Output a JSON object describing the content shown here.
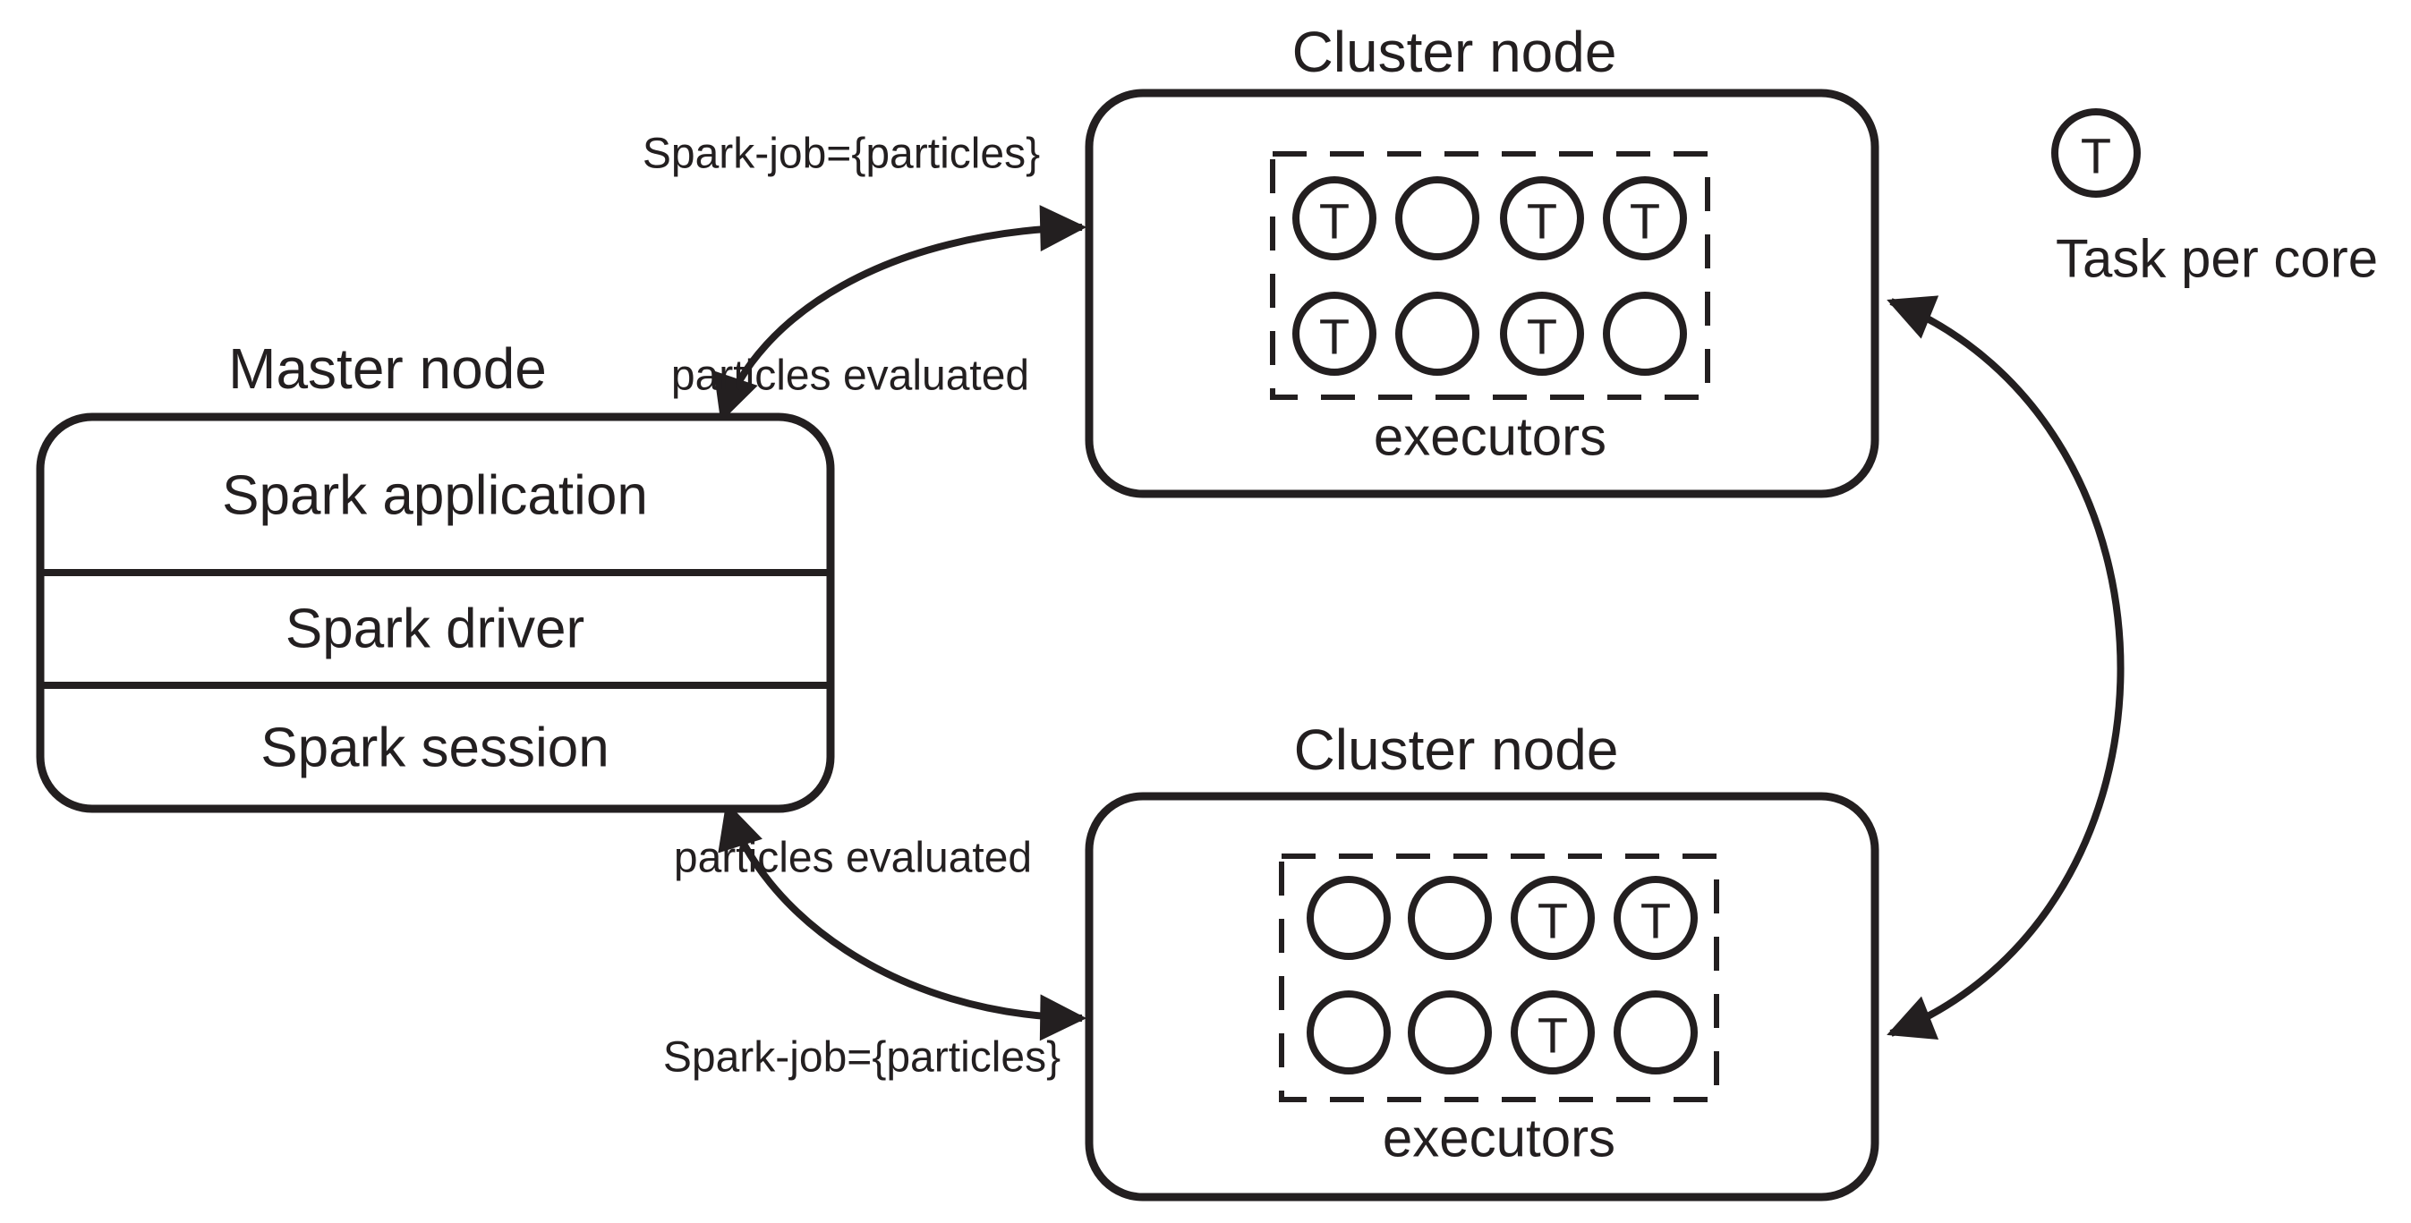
{
  "diagram": {
    "master_node": {
      "title": "Master node",
      "rows": [
        "Spark application",
        "Spark driver",
        "Spark session"
      ]
    },
    "cluster_nodes": [
      {
        "title": "Cluster node",
        "executors_label": "executors",
        "cores": [
          [
            "T",
            "",
            "T",
            "T"
          ],
          [
            "T",
            "",
            "T",
            ""
          ]
        ]
      },
      {
        "title": "Cluster node",
        "executors_label": "executors",
        "cores": [
          [
            "",
            "",
            "T",
            "T"
          ],
          [
            "",
            "",
            "T",
            ""
          ]
        ]
      }
    ],
    "arrows": {
      "top_request": "Spark-job={particles}",
      "top_response": "particles evaluated",
      "bottom_response": "particles evaluated",
      "bottom_request": "Spark-job={particles}"
    },
    "legend": {
      "symbol": "T",
      "label": "Task per core"
    },
    "colors": {
      "ink": "#231f20",
      "background": "#ffffff"
    }
  }
}
